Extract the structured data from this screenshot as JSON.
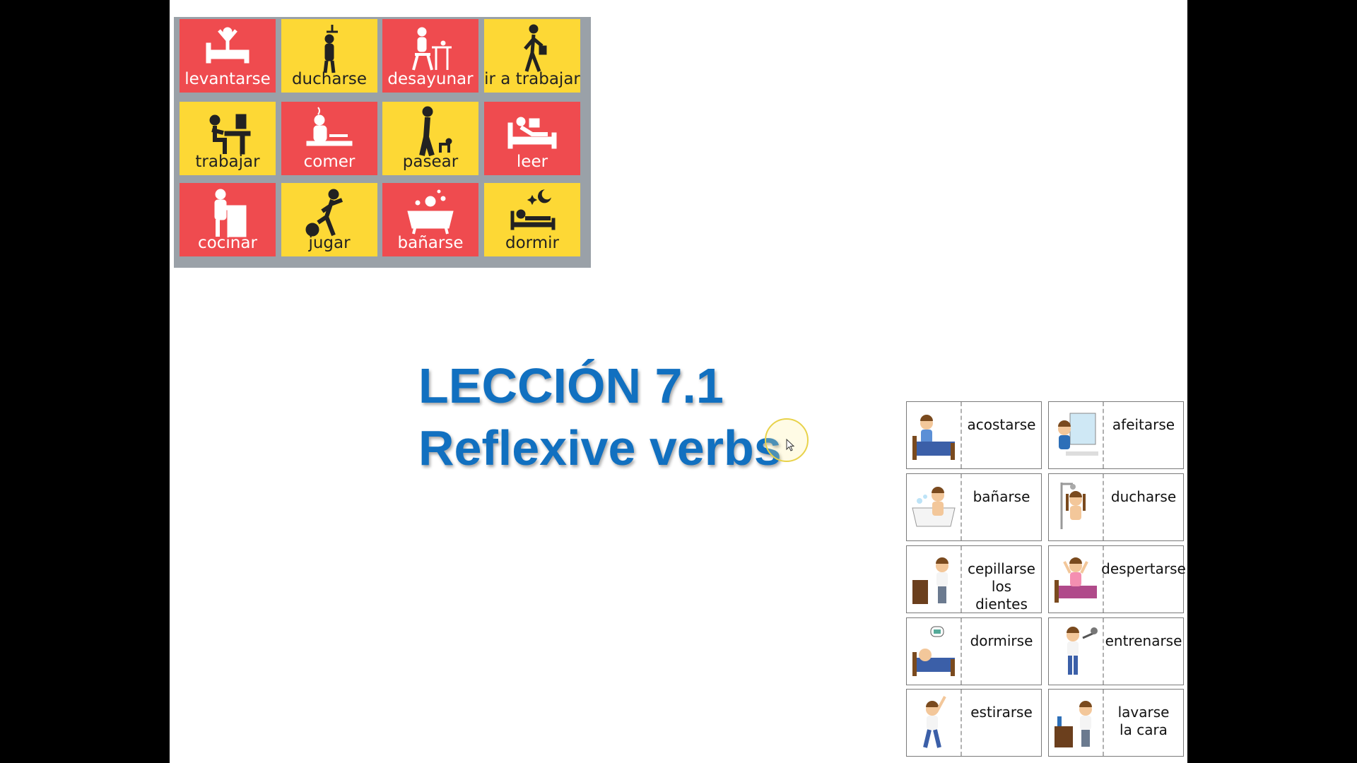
{
  "routine_grid": {
    "tiles": [
      {
        "label": "levantarse",
        "color": "red",
        "icon": "wake-up-icon"
      },
      {
        "label": "ducharse",
        "color": "yellow",
        "icon": "shower-icon"
      },
      {
        "label": "desayunar",
        "color": "red",
        "icon": "breakfast-icon"
      },
      {
        "label": "ir a trabajar",
        "color": "yellow",
        "icon": "walk-to-work-icon"
      },
      {
        "label": "trabajar",
        "color": "yellow",
        "icon": "desk-work-icon"
      },
      {
        "label": "comer",
        "color": "red",
        "icon": "eat-icon"
      },
      {
        "label": "pasear",
        "color": "yellow",
        "icon": "walk-dog-icon"
      },
      {
        "label": "leer",
        "color": "red",
        "icon": "read-in-bed-icon"
      },
      {
        "label": "cocinar",
        "color": "red",
        "icon": "cook-icon"
      },
      {
        "label": "jugar",
        "color": "yellow",
        "icon": "play-ball-icon"
      },
      {
        "label": "bañarse",
        "color": "red",
        "icon": "bath-icon"
      },
      {
        "label": "dormir",
        "color": "yellow",
        "icon": "sleep-icon"
      }
    ],
    "colors": {
      "red": "#ef4b4f",
      "yellow": "#fdd835",
      "frame": "#9aa1a8"
    }
  },
  "title": {
    "line1": "LECCIÓN 7.1",
    "line2": "Reflexive verbs",
    "color": "#1170c0"
  },
  "vocab_cards": [
    {
      "word": "acostarse",
      "icon": "boy-in-bed-icon"
    },
    {
      "word": "afeitarse",
      "icon": "shaving-mirror-icon"
    },
    {
      "word": "bañarse",
      "icon": "bathtub-icon"
    },
    {
      "word": "ducharse",
      "icon": "shower-girl-icon"
    },
    {
      "word": "cepillarse\nlos\ndientes",
      "icon": "brush-teeth-icon"
    },
    {
      "word": "despertarse",
      "icon": "wake-up-girl-icon"
    },
    {
      "word": "dormirse",
      "icon": "sleeping-boy-icon"
    },
    {
      "word": "entrenarse",
      "icon": "dumbbell-icon"
    },
    {
      "word": "estirarse",
      "icon": "stretch-icon"
    },
    {
      "word": "lavarse\nla cara",
      "icon": "wash-face-icon"
    }
  ]
}
